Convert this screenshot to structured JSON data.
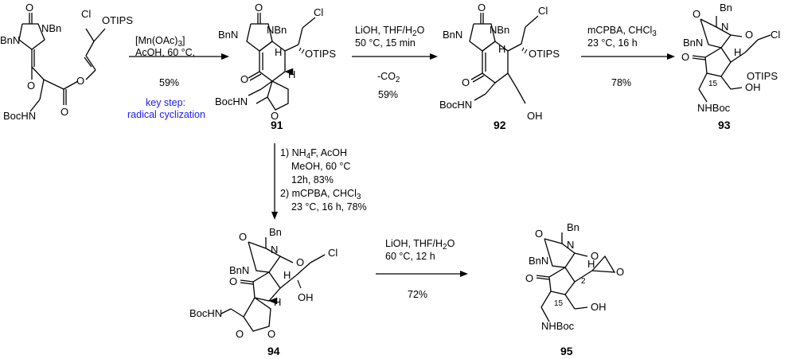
{
  "colors": {
    "ink": "#000000",
    "highlight": "#1a1aff",
    "background": "#ffffff"
  },
  "scheme": {
    "step1": {
      "reagent_line1": "[Mn(OAc)",
      "reagent_line1_sub": "3",
      "reagent_line1_end": "]",
      "reagent_line2": "AcOH, 60 °C,",
      "yield": "59%",
      "note_line1": "key step:",
      "note_line2": "radical cyclization"
    },
    "step2": {
      "reagent_line1": "LiOH, THF/H",
      "reagent_line1_sub": "2",
      "reagent_line1_end": "O",
      "reagent_line2": "50 °C, 15 min",
      "reagent_line3": "-CO",
      "reagent_line3_sub": "2",
      "yield": "59%"
    },
    "step3": {
      "reagent_line1": "mCPBA, CHCl",
      "reagent_line1_sub": "3",
      "reagent_line2": "23 °C, 16 h",
      "yield": "78%"
    },
    "step4": {
      "line1": "1) NH",
      "line1_sub": "4",
      "line1_end": "F, AcOH",
      "line2": "MeOH, 60 °C",
      "line3": "12h, 83%",
      "line4": "2) mCPBA, CHCl",
      "line4_sub": "3",
      "line5": "23 °C, 16 h, 78%"
    },
    "step5": {
      "reagent_line1": "LiOH, THF/H",
      "reagent_line1_sub": "2",
      "reagent_line1_end": "O",
      "reagent_line2": "60 °C, 12 h",
      "yield": "72%"
    },
    "compounds": {
      "c91": "91",
      "c92": "92",
      "c93": "93",
      "c94": "94",
      "c95": "95"
    },
    "atom_labels": {
      "O": "O",
      "OH": "OH",
      "NBn": "NBn",
      "BnN": "BnN",
      "Bn": "Bn",
      "N": "N",
      "Cl": "Cl",
      "H": "H",
      "OTIPS": "OTIPS",
      "BocHN": "BocHN",
      "NHBoc": "NHBoc",
      "BnN_plain": "BnN",
      "n15": "15",
      "n2": "2"
    }
  }
}
